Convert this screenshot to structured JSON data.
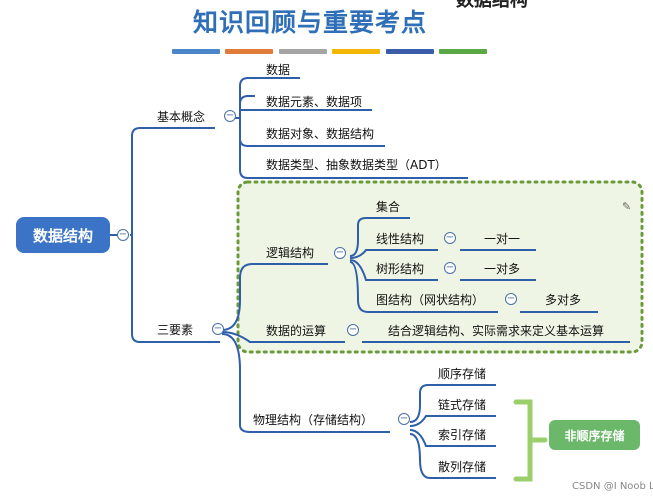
{
  "title": "知识回顾与重要考点",
  "title_tail": "数据结构",
  "accent_bars": [
    "#4a86c8",
    "#e07b39",
    "#a5a5a5",
    "#f2b705",
    "#3b5ca8",
    "#5aa845"
  ],
  "root": "数据结构",
  "branches": {
    "basic": {
      "label": "基本概念",
      "items": [
        "数据",
        "数据元素、数据项",
        "数据对象、数据结构",
        "数据类型、抽象数据类型（ADT）"
      ]
    },
    "three": {
      "label": "三要素",
      "logic": {
        "label": "逻辑结构",
        "set": "集合",
        "linear": {
          "label": "线性结构",
          "rel": "一对一"
        },
        "tree": {
          "label": "树形结构",
          "rel": "一对多"
        },
        "graph": {
          "label": "图结构（网状结构）",
          "rel": "多对多"
        }
      },
      "ops": {
        "label": "数据的运算",
        "detail": "结合逻辑结构、实际需求来定义基本运算"
      },
      "physical": {
        "label": "物理结构（存储结构）",
        "items": [
          "顺序存储",
          "链式存储",
          "索引存储",
          "散列存储"
        ],
        "badge": "非顺序存储"
      }
    }
  },
  "collapse_symbol": "−",
  "edit_icon": "✎",
  "watermark": "CSDN @I Noob Lu",
  "colors": {
    "line": "#2f5fa8",
    "root_fill": "#3b73c7",
    "box_border": "#6a9a3a",
    "box_fill": "#eef5e4",
    "bracket": "#9bcf6a",
    "badge": "#6bb86b"
  }
}
